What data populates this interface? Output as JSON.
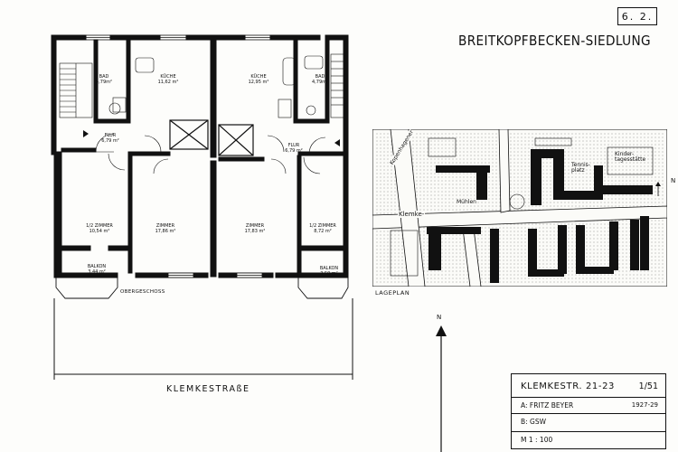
{
  "sheet_number": "6. 2.",
  "title": "BREITKOPFBECKEN-SIEDLUNG",
  "rooms": {
    "bad_left": {
      "name": "BAD",
      "area": "4,79m²"
    },
    "kueche_left": {
      "name": "KÜCHE",
      "area": "11,62 m²"
    },
    "kueche_right": {
      "name": "KÜCHE",
      "area": "12,95 m²"
    },
    "bad_right": {
      "name": "BAD",
      "area": "4,79m²"
    },
    "flur_left": {
      "name": "FLUR",
      "area": "6,79 m²"
    },
    "flur_right": {
      "name": "FLUR",
      "area": "6,79 m²"
    },
    "halb_left": {
      "name": "1/2 ZIMMER",
      "area": "10,54 m²"
    },
    "zimmer_left": {
      "name": "ZIMMER",
      "area": "17,86 m²"
    },
    "zimmer_right": {
      "name": "ZIMMER",
      "area": "17,83 m²"
    },
    "halb_right": {
      "name": "1/2 ZIMMER",
      "area": "8,72 m²"
    },
    "balkon_left": {
      "name": "BALKON",
      "area": "3,44 m²"
    },
    "balkon_right": {
      "name": "BALKON",
      "area": "3,50 m²"
    }
  },
  "floor_label": "OBERGESCHOSS",
  "street_label": "KLEMKESTRAßE",
  "site_plan": {
    "label": "LAGEPLAN",
    "street_labels": [
      "Klemke-",
      "Kopenhagener",
      "Tennis-",
      "platz",
      "Kinder-",
      "tagesstätte",
      "Mühlen"
    ]
  },
  "north_label": "N",
  "title_block": {
    "address": "KLEMKESTR. 21-23",
    "sheet": "1/51",
    "architect": "A: FRITZ BEYER",
    "years": "1927-29",
    "builder": "B: GSW",
    "scale": "M 1 : 100"
  }
}
